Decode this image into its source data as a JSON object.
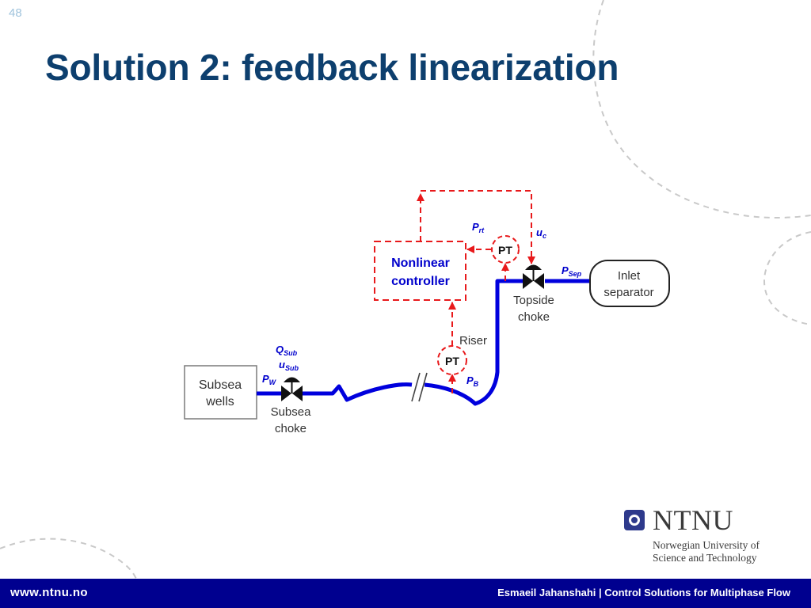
{
  "slide": {
    "page_number": "48",
    "title": "Solution 2: feedback linearization"
  },
  "diagram": {
    "subsea_wells": [
      "Subsea",
      "wells"
    ],
    "subsea_choke": [
      "Subsea",
      "choke"
    ],
    "topside_choke": [
      "Topside",
      "choke"
    ],
    "inlet_separator": [
      "Inlet",
      "separator"
    ],
    "controller": [
      "Nonlinear",
      "controller"
    ],
    "riser_label": "Riser",
    "pt_label": "PT",
    "labels": {
      "q_sub": {
        "main": "Q",
        "sub": "Sub"
      },
      "u_sub": {
        "main": "u",
        "sub": "Sub"
      },
      "p_w": {
        "main": "P",
        "sub": "W"
      },
      "p_b": {
        "main": "P",
        "sub": "B"
      },
      "p_rt": {
        "main": "P",
        "sub": "rt"
      },
      "u_c": {
        "main": "u",
        "sub": "c"
      },
      "p_sep": {
        "main": "P",
        "sub": "Sep"
      }
    },
    "colors": {
      "pipe": "#0000dd",
      "signal": "#e8191b",
      "controller_text": "#0000cc",
      "label_text": "#0000cc"
    }
  },
  "logo": {
    "name": "NTNU",
    "subtitle_line1": "Norwegian University of",
    "subtitle_line2": "Science and Technology"
  },
  "footer": {
    "url": "www.ntnu.no",
    "credit": "Esmaeil Jahanshahi  |  Control Solutions for Multiphase Flow"
  }
}
